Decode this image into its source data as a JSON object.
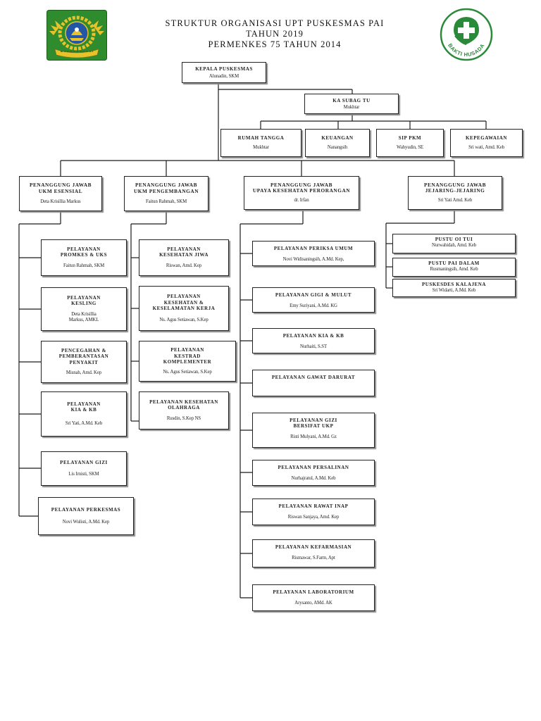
{
  "header": {
    "line1": "STRUKTUR ORGANISASI UPT PUSKESMAS PAI",
    "line2": "TAHUN 2019",
    "line3": "PERMENKES 75 TAHUN 2014"
  },
  "logos": {
    "right_text": "BAKTI HUSADA",
    "left_colors": {
      "field": "#2e8b2e",
      "gold": "#e8c22a",
      "blue": "#2456a6"
    },
    "right_colors": {
      "ring": "#2a8a3a"
    }
  },
  "head": {
    "title": "KEPALA PUSKESMAS",
    "name": "Alunadin, SKM"
  },
  "subag": {
    "title": "KA SUBAG TU",
    "name": "Mukhtar"
  },
  "admin_units": [
    {
      "title": "RUMAH TANGGA",
      "name": "Mukhtar"
    },
    {
      "title": "KEUANGAN",
      "name": "Nanangsih"
    },
    {
      "title": "SIP PKM",
      "name": "Wahyudin, SE"
    },
    {
      "title": "KEPEGAWAIAN",
      "name": "Sri wati, Amd. Keb"
    }
  ],
  "ukm_esensial": {
    "coordinator": {
      "title": "PENANGGUNG JAWAB\nUKM ESENSIAL",
      "name": "Deta Krisillia Markus"
    },
    "units": [
      {
        "title": "PELAYANAN\nPROMKES & UKS",
        "name": "Faitun Rahmah, SKM"
      },
      {
        "title": "PELAYANAN\nKESLING",
        "name": "Deta Krisillia\nMarkus, AMKL"
      },
      {
        "title": "PENCEGAHAN &\nPEMBERANTASAN\nPENYAKIT",
        "name": "Misnah, Amd. Kep"
      },
      {
        "title": "PELAYANAN\nKIA & KB",
        "name": "Sri Yati, A.Md. Keb"
      },
      {
        "title": "PELAYANAN GIZI",
        "name": "Lis Irnisti, SKM"
      },
      {
        "title": "PELAYANAN PERKESMAS",
        "name": "Novi Wulisti, A.Md. Kep"
      }
    ]
  },
  "ukm_pengembangan": {
    "coordinator": {
      "title": "PENANGGUNG JAWAB\nUKM PENGEMBANGAN",
      "name": "Faitun Rahmah, SKM"
    },
    "units": [
      {
        "title": "PELAYANAN\nKESEHATAN JIWA",
        "name": "Riswan, Amd. Kep"
      },
      {
        "title": "PELAYANAN\nKESEHATAN &\nKESELAMATAN KERJA",
        "name": "Ns. Agus Setiawan, S.Kep"
      },
      {
        "title": "PELAYANAN\nKESTRAD\nKOMPLEMENTER",
        "name": "Ns. Agus Setiawan, S.Kep"
      },
      {
        "title": "PELAYANAN KESEHATAN\nOLAHRAGA",
        "name": "Rusdin, S.Kep NS"
      }
    ]
  },
  "ukp": {
    "coordinator": {
      "title": "PENANGGUNG JAWAB\nUPAYA KESEHATAN PERORANGAN",
      "name": "dr. Irfan"
    },
    "units": [
      {
        "title": "PELAYANAN PERIKSA UMUM",
        "name": "Novi Widisaningsih, A.Md. Kep,"
      },
      {
        "title": "PELAYANAN GIGI & MULUT",
        "name": "Emy Suriyani, A.Md. KG"
      },
      {
        "title": "PELAYANAN KIA & KB",
        "name": "Nurhaiti, S.ST"
      },
      {
        "title": "PELAYANAN GAWAT DARURAT"
      },
      {
        "title": "PELAYANAN GIZI\nBERSIFAT UKP",
        "name": "Risti Mulyani, A.Md. Gz"
      },
      {
        "title": "PELAYANAN PERSALINAN",
        "name": "Nurhajratul, A.Md. Keb"
      },
      {
        "title": "PELAYANAN RAWAT INAP",
        "name": "Riswan Sanjaya, Amd. Kep"
      },
      {
        "title": "PELAYANAN KEFARMASIAN",
        "name": "Rismawar, S.Farm, Apt"
      },
      {
        "title": "PELAYANAN LABORATORIUM",
        "name": "Arysanto, AMd. AK"
      }
    ]
  },
  "jejaring": {
    "coordinator": {
      "title": "PENANGGUNG JAWAB\nJEJARING-JEJARING",
      "name": "Sri Yati Amd. Keb"
    },
    "units": [
      {
        "title": "PUSTU OI TUI",
        "name": "Nurwahidah, Amd. Keb"
      },
      {
        "title": "PUSTU PAI DALAM",
        "name": "Rusmaningsih, Amd. Keb"
      },
      {
        "title": "PUSKESDES KALAJENA",
        "name": "Sri Widarti, A.Md. Keb"
      }
    ]
  }
}
